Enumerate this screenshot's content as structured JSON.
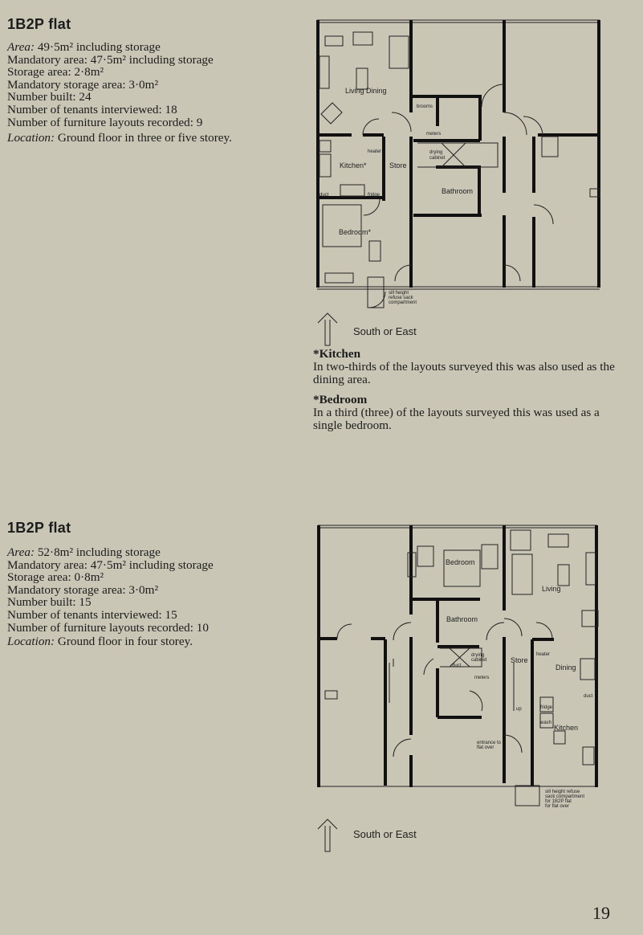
{
  "flats": [
    {
      "title": "1B2P flat",
      "area_label": "Area:",
      "area": "49·5m² including storage",
      "specs": [
        "Mandatory area: 47·5m² including storage",
        "Storage area: 2·8m²",
        "Mandatory storage area: 3·0m²",
        "Number built: 24",
        "Number of tenants interviewed: 18",
        "Number of furniture layouts recorded: 9"
      ],
      "location_label": "Location:",
      "location": "Ground floor in three or five storey.",
      "plan_labels": {
        "living": "Living  Dining",
        "brooms": "brooms",
        "meters": "meters",
        "heater": "heater",
        "drying1": "drying",
        "drying2": "cabinet",
        "kitchen": "Kitchen*",
        "store": "Store",
        "bathroom": "Bathroom",
        "duct": "duct",
        "fridge": "fridge",
        "bedroom": "Bedroom*",
        "refuse1": "sill height",
        "refuse2": "refuse sack",
        "refuse3": "compartment"
      },
      "orientation": "South or East"
    },
    {
      "title": "1B2P flat",
      "area_label": "Area:",
      "area": "52·8m² including storage",
      "specs": [
        "Mandatory area: 47·5m² including storage",
        "Storage area: 0·8m²",
        "Mandatory storage area: 3·0m²",
        "Number built: 15",
        "Number of tenants interviewed: 15",
        "Number of furniture layouts recorded: 10"
      ],
      "location_label": "Location:",
      "location": "Ground floor in four storey.",
      "plan_labels": {
        "bedroom": "Bedroom",
        "living": "Living",
        "bathroom": "Bathroom",
        "drying1": "drying",
        "drying2": "cabinet",
        "duct": "duct",
        "store": "Store",
        "heater": "heater",
        "dining": "Dining",
        "meters": "meters",
        "duct2": "duct",
        "up": "up",
        "fridge": "fridge",
        "wash": "wash",
        "kitchen": "Kitchen",
        "entrance1": "entrance to",
        "entrance2": "flat over",
        "refuse1": "sill height  refuse",
        "refuse2": "sack compartment",
        "refuse3": "for 1B2P flat",
        "refuse4": "for flat over"
      },
      "orientation": "South or East"
    }
  ],
  "notes": [
    {
      "heading": "*Kitchen",
      "text": "In two-thirds of the layouts surveyed this was also used as the dining area."
    },
    {
      "heading": "*Bedroom",
      "text": "In a third (three) of the layouts surveyed this was used as a single bedroom."
    }
  ],
  "page_number": "19"
}
